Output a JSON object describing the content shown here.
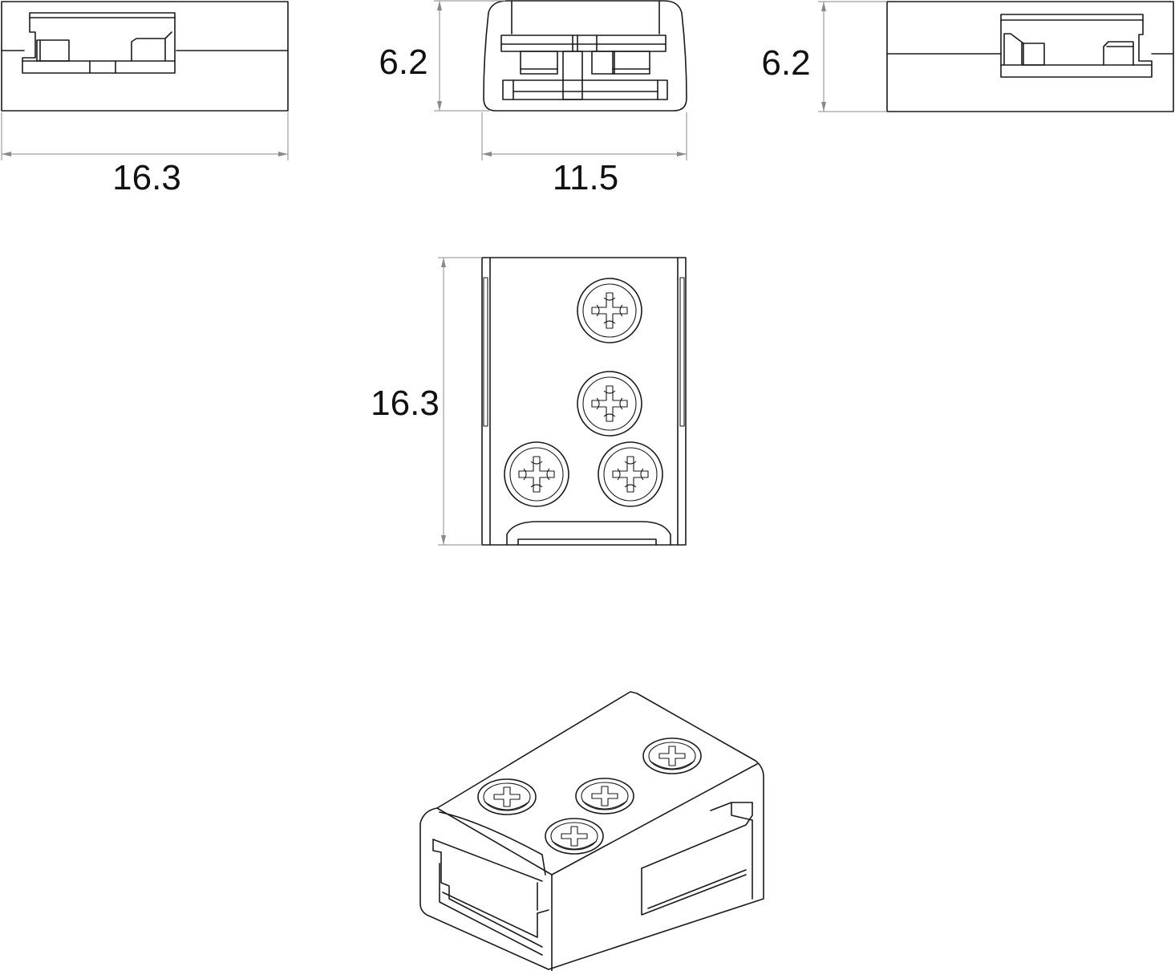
{
  "colors": {
    "line": "#1a1a1a",
    "dimension": "#8a8a8a",
    "background": "#ffffff"
  },
  "dimensions": {
    "side_left_width": "16.3",
    "front_height": "6.2",
    "front_width": "11.5",
    "side_right_height": "6.2",
    "top_length": "16.3"
  },
  "parts": {
    "top_view_screws": [
      "phillips-screw-icon",
      "phillips-screw-icon",
      "phillips-screw-icon",
      "phillips-screw-icon"
    ],
    "iso_view_screws": [
      "phillips-screw-icon",
      "phillips-screw-icon",
      "phillips-screw-icon",
      "phillips-screw-icon"
    ]
  }
}
